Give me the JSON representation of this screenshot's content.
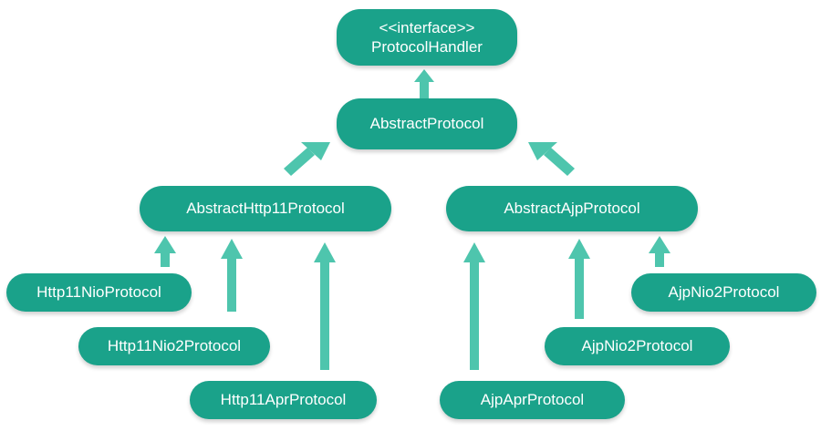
{
  "nodes": {
    "protocol_handler": {
      "stereotype": "<<interface>>",
      "name": "ProtocolHandler"
    },
    "abstract_protocol": "AbstractProtocol",
    "abstract_http11_protocol": "AbstractHttp11Protocol",
    "abstract_ajp_protocol": "AbstractAjpProtocol",
    "http11_nio_protocol": "Http11NioProtocol",
    "http11_nio2_protocol": "Http11Nio2Protocol",
    "http11_apr_protocol": "Http11AprProtocol",
    "ajp_apr_protocol": "AjpAprProtocol",
    "ajp_nio2_protocol_lower": "AjpNio2Protocol",
    "ajp_nio2_protocol_upper": "AjpNio2Protocol"
  },
  "colors": {
    "node_fill": "#1aa28a",
    "node_text": "#ffffff",
    "arrow": "#4ec5ad"
  }
}
